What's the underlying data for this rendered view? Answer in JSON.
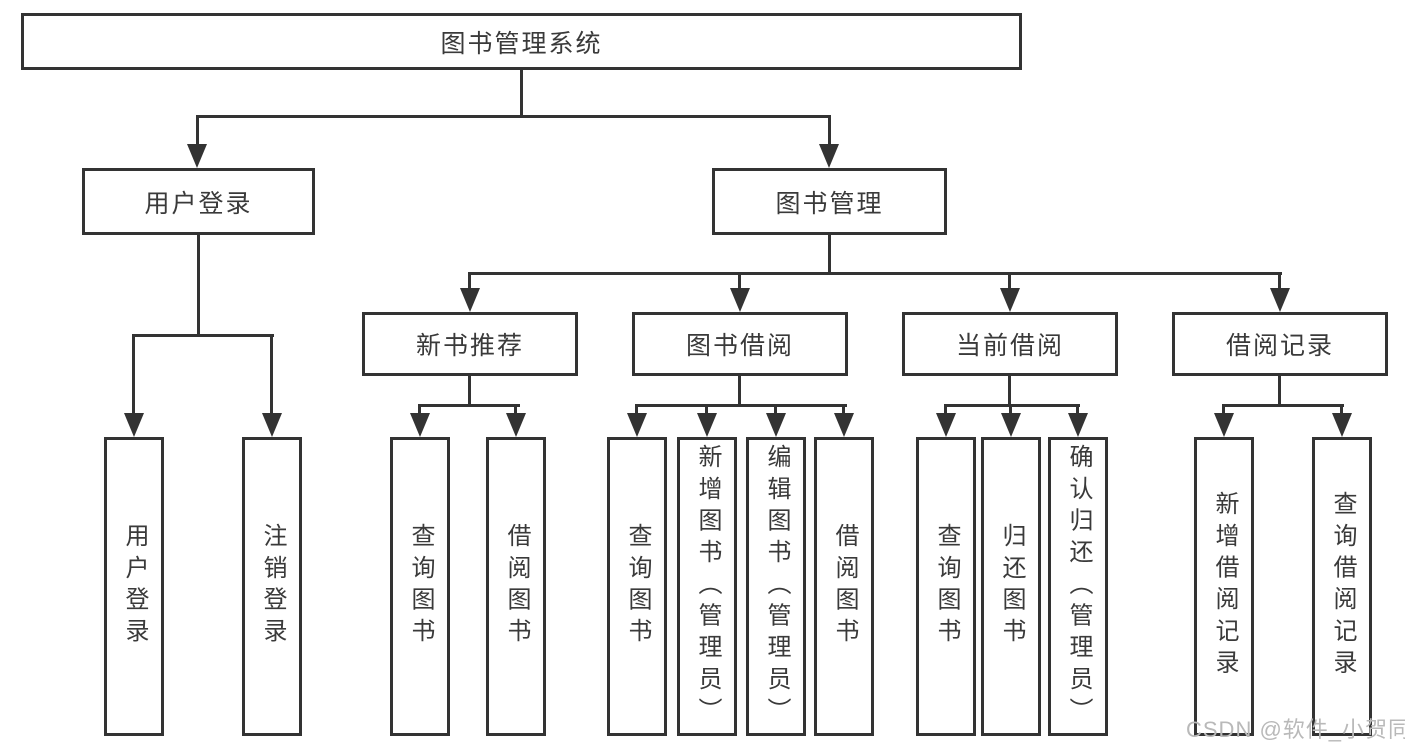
{
  "nodes": {
    "root": "图书管理系统",
    "user_login": "用户登录",
    "book_mgmt": "图书管理",
    "login": "用户登录",
    "logout": "注销登录",
    "new_book_rec": "新书推荐",
    "book_borrow": "图书借阅",
    "current_borrow": "当前借阅",
    "borrow_records": "借阅记录",
    "nbr_query_book": "查询图书",
    "nbr_borrow_book": "借阅图书",
    "bb_query_book": "查询图书",
    "bb_add_book": "新增图书（管理员）",
    "bb_edit_book": "编辑图书（管理员）",
    "bb_borrow_book": "借阅图书",
    "cb_query_book": "查询图书",
    "cb_return_book": "归还图书",
    "cb_confirm_return": "确认归还（管理员）",
    "br_add_record": "新增借阅记录",
    "br_query_record": "查询借阅记录"
  },
  "watermark": "CSDN @软件_小贺同学",
  "colors": {
    "line": "#333333",
    "box_border": "#333333",
    "text": "#3a3a3a",
    "watermark": "#b9b9b9",
    "background": "#ffffff"
  }
}
